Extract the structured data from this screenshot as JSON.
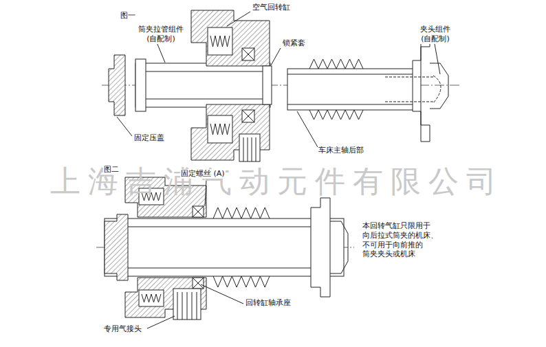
{
  "diagram": {
    "labels": [
      "图一",
      "筒夹拉管组件 (自配制)",
      "空气回转缸",
      "锁紧套",
      "夹头组件 (自配制)",
      "固定压盖",
      "车床主轴后部",
      "上海吉浦气动元件有限公司",
      "图二",
      "固定螺丝 (A)",
      "本回转气缸只限用于 向后拉式筒夹的机床、 不可用于向前推的 筒夹夹头或机床",
      "回转缸轴承座",
      "专用气接头"
    ]
  }
}
